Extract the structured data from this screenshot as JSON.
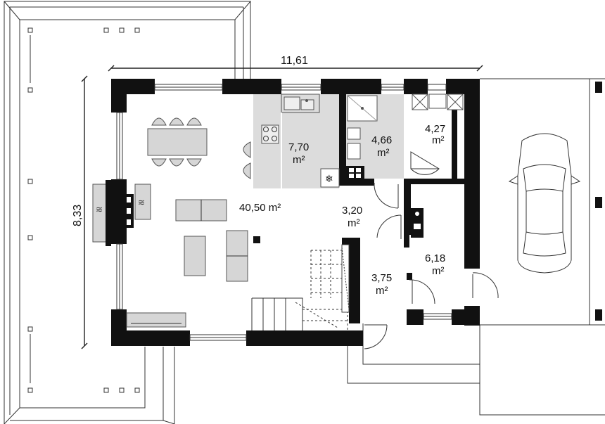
{
  "dimensions": {
    "width": "11,61",
    "depth": "8,33"
  },
  "rooms": {
    "living": {
      "area": "40,50 m²"
    },
    "kitchen": {
      "area": "7,70",
      "unit": "m²"
    },
    "bathroom": {
      "area": "4,66",
      "unit": "m²"
    },
    "utility": {
      "area": "4,27",
      "unit": "m²"
    },
    "hall": {
      "area": "3,20",
      "unit": "m²"
    },
    "vestibule": {
      "area": "3,75",
      "unit": "m²"
    },
    "boiler": {
      "area": "6,18",
      "unit": "m²"
    }
  }
}
